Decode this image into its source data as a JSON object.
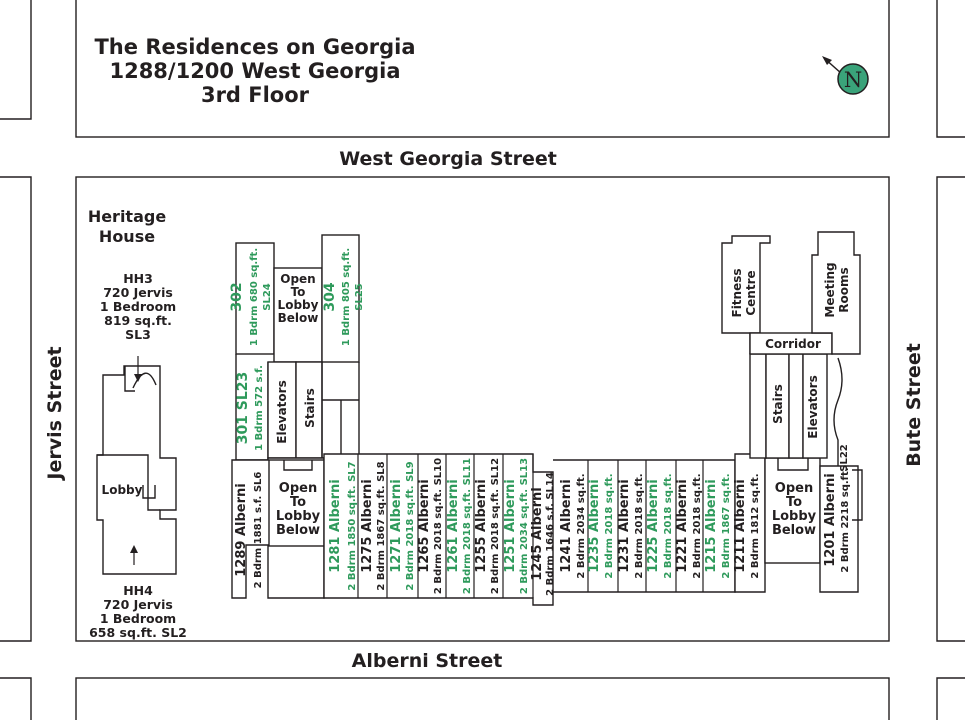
{
  "header": {
    "title_line1": "The Residences on Georgia",
    "title_line2": "1288/1200 West Georgia",
    "title_line3": "3rd Floor",
    "compass_letter": "N"
  },
  "streets": {
    "north": "West Georgia Street",
    "south": "Alberni Street",
    "west": "Jervis Street",
    "east": "Bute Street"
  },
  "heritage": {
    "title_line1": "Heritage",
    "title_line2": "House",
    "hh3": [
      "HH3",
      "720 Jervis",
      "1 Bedroom",
      "819 sq.ft.",
      "SL3"
    ],
    "hh4": [
      "HH4",
      "720 Jervis",
      "1 Bedroom",
      "658 sq.ft. SL2"
    ],
    "lobby": "Lobby"
  },
  "areas": {
    "open_lobby_top": [
      "Open",
      "To",
      "Lobby",
      "Below"
    ],
    "open_lobby_left": [
      "Open",
      "To",
      "Lobby",
      "Below"
    ],
    "open_lobby_right": [
      "Open",
      "To",
      "Lobby",
      "Below"
    ],
    "elevators": "Elevators",
    "stairs": "Stairs",
    "fitness": [
      "Fitness",
      "Centre"
    ],
    "meeting": [
      "Meeting",
      "Rooms"
    ],
    "corridor": "Corridor"
  },
  "units": [
    {
      "id": "u302",
      "title": "302",
      "sub": "1 Bdrm 680 sq.ft.",
      "sl": "SL24",
      "green": true
    },
    {
      "id": "u304",
      "title": "304",
      "sub": "1 Bdrm 805 sq.ft.",
      "sl": "SL25",
      "green": true
    },
    {
      "id": "u301",
      "title": "301",
      "sl_inline": "SL23",
      "sub": "1 Bdrm 572 s.f.",
      "green": true
    },
    {
      "id": "u1289",
      "title": "1289 Alberni",
      "sub": "2 Bdrm 1881 s.f. SL6",
      "green": false
    },
    {
      "id": "u1281",
      "title": "1281 Alberni",
      "sub": "2 Bdrm 1850 sq.ft. SL7",
      "green": true
    },
    {
      "id": "u1275",
      "title": "1275 Alberni",
      "sub": "2 Bdrm 1867 sq.ft. SL8",
      "green": false
    },
    {
      "id": "u1271",
      "title": "1271 Alberni",
      "sub": "2 Bdrm 2018 sq.ft. SL9",
      "green": true
    },
    {
      "id": "u1265",
      "title": "1265 Alberni",
      "sub": "2 Bdrm 2018 sq.ft. SL10",
      "green": false
    },
    {
      "id": "u1261",
      "title": "1261 Alberni",
      "sub": "2 Bdrm 2018 sq.ft. SL11",
      "green": true
    },
    {
      "id": "u1255",
      "title": "1255 Alberni",
      "sub": "2 Bdrm 2018 sq.ft. SL12",
      "green": false
    },
    {
      "id": "u1251",
      "title": "1251 Alberni",
      "sub": "2 Bdrm 2034 sq.ft. SL13",
      "green": true
    },
    {
      "id": "u1245",
      "title": "1245 Alberni",
      "sub": "2 Bdrm 1646 s.f. SL14",
      "green": false
    },
    {
      "id": "u1241",
      "title": "1241 Alberni",
      "sub": "2 Bdrm 2034 sq.ft.",
      "green": false
    },
    {
      "id": "u1235",
      "title": "1235 Alberni",
      "sub": "2 Bdrm 2018 sq.ft.",
      "green": true
    },
    {
      "id": "u1231",
      "title": "1231 Alberni",
      "sub": "2 Bdrm 2018 sq.ft.",
      "green": false
    },
    {
      "id": "u1225",
      "title": "1225 Alberni",
      "sub": "2 Bdrm 2018 sq.ft.",
      "green": true
    },
    {
      "id": "u1221",
      "title": "1221 Alberni",
      "sub": "2 Bdrm 2018 sq.ft.",
      "green": false
    },
    {
      "id": "u1215",
      "title": "1215 Alberni",
      "sub": "2 Bdrm 1867 sq.ft.",
      "green": true
    },
    {
      "id": "u1211",
      "title": "1211 Alberni",
      "sub": "2 Bdrm 1812 sq.ft.",
      "green": false
    },
    {
      "id": "u1201",
      "title": "1201 Alberni",
      "sub": "2 Bdrm 2218 sq.ft.",
      "sl": "SL22",
      "green": false
    }
  ],
  "colors": {
    "ink": "#231f20",
    "green": "#2e9a5b",
    "compass_fill": "#3aa37a"
  }
}
